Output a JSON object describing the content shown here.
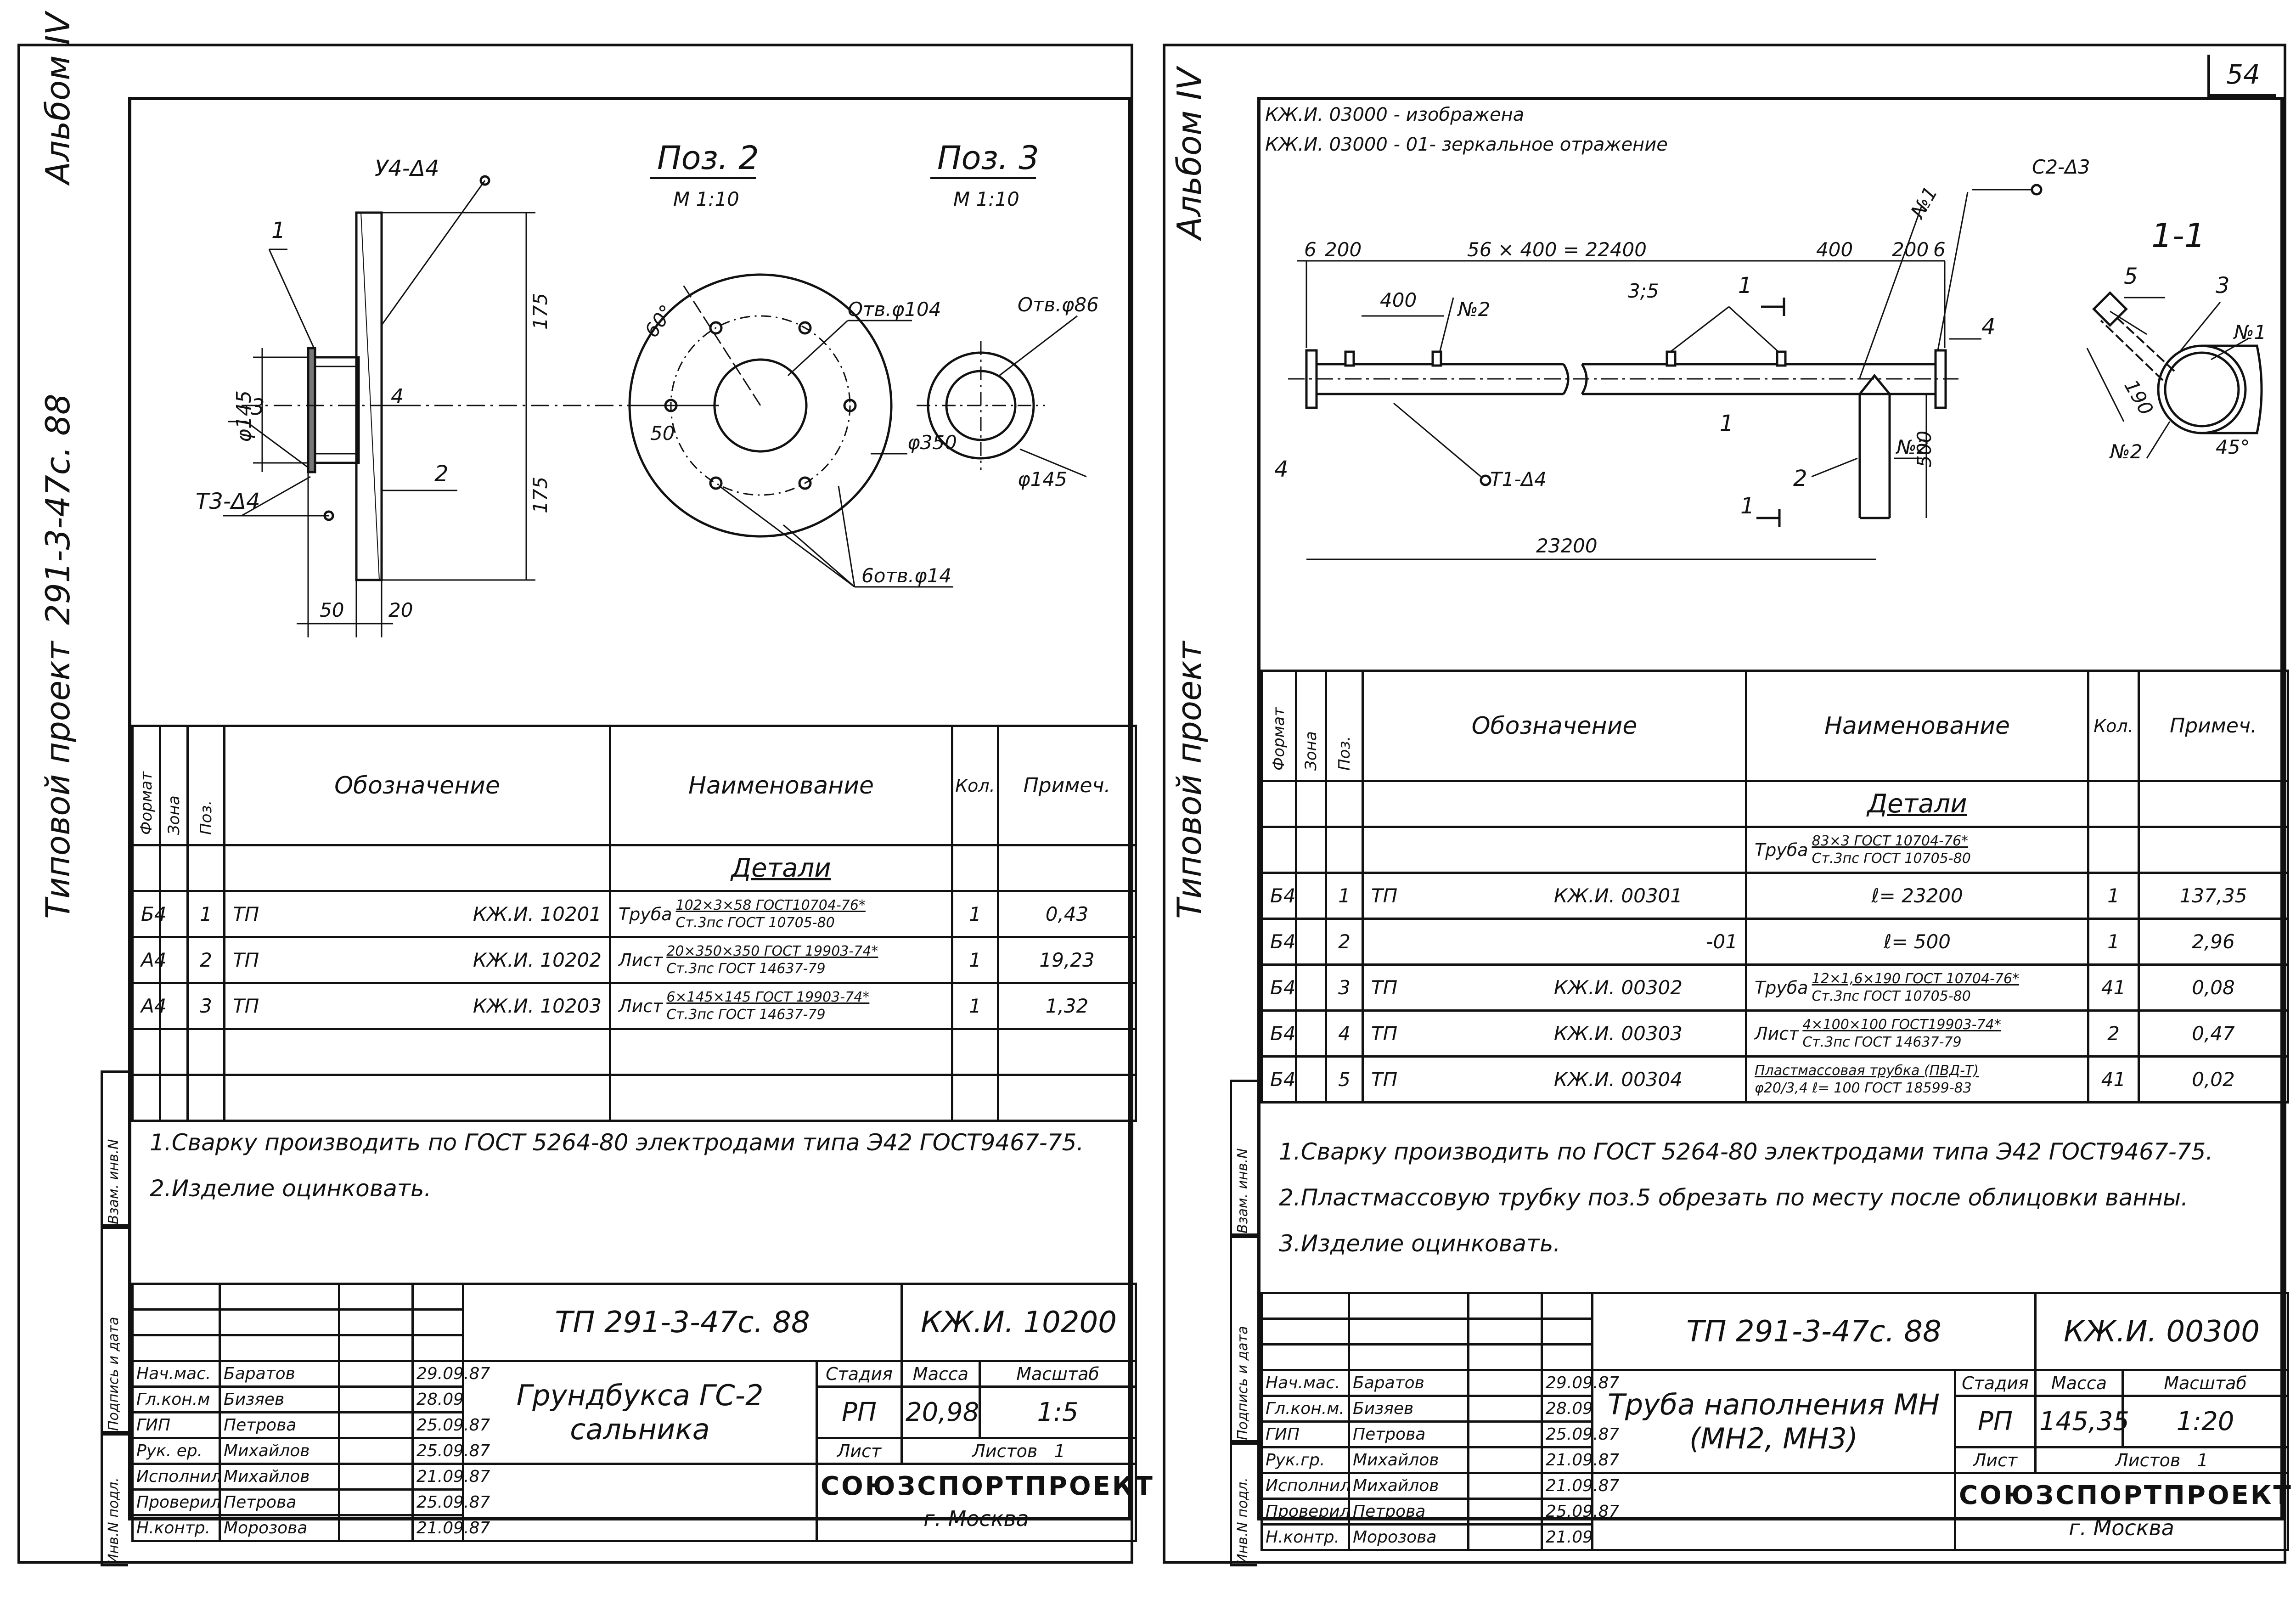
{
  "page_number": "54",
  "left": {
    "album": "Альбом IV",
    "project_code": "291-3-47с. 88",
    "project_type": "Типовой проект",
    "drawing": {
      "pos2_title": "Поз. 2",
      "pos2_scale": "М 1:10",
      "pos3_title": "Поз. 3",
      "pos3_scale": "М 1:10",
      "weld_u4": "У4-Δ4",
      "weld_t3": "Т3-Δ4",
      "dim_145": "φ145",
      "dim_175_top": "175",
      "dim_175_bottom": "175",
      "dim_50": "50",
      "dim_20": "20",
      "dim_60deg": "60°",
      "dim_50_flange": "50",
      "hole_104": "Отв.φ104",
      "dia_350": "φ350",
      "holes_6": "6отв.φ14",
      "hole_86": "Отв.φ86",
      "dia_145_ring": "φ145",
      "label_1": "1",
      "label_2": "2",
      "label_3": "3",
      "label_4": "4"
    },
    "spec": {
      "headers": {
        "format": "Формат",
        "zone": "Зона",
        "pos": "Поз.",
        "designation": "Обозначение",
        "name": "Наименование",
        "qty": "Кол.",
        "note": "Примеч."
      },
      "section": "Детали",
      "rows": [
        {
          "format": "Б4",
          "pos": "1",
          "tp": "ТП",
          "code": "КЖ.И. 10201",
          "kind": "Труба",
          "spec1": "102×3×58 ГОСТ10704-76*",
          "spec2": "Ст.3пс ГОСТ 10705-80",
          "qty": "1",
          "note": "0,43"
        },
        {
          "format": "А4",
          "pos": "2",
          "tp": "ТП",
          "code": "КЖ.И. 10202",
          "kind": "Лист",
          "spec1": "20×350×350 ГОСТ 19903-74*",
          "spec2": "Ст.3пс ГОСТ 14637-79",
          "qty": "1",
          "note": "19,23"
        },
        {
          "format": "А4",
          "pos": "3",
          "tp": "ТП",
          "code": "КЖ.И. 10203",
          "kind": "Лист",
          "spec1": "6×145×145 ГОСТ 19903-74*",
          "spec2": "Ст.3пс ГОСТ 14637-79",
          "qty": "1",
          "note": "1,32"
        }
      ]
    },
    "notes": [
      "1.Сварку производить по ГОСТ 5264-80 электродами типа Э42 ГОСТ9467-75.",
      "2.Изделие оцинковать."
    ],
    "stamp_cols": {
      "vzam": "Взам. инв.N",
      "podpis": "Подпись и дата",
      "inv": "Инв.N подл."
    },
    "title_block": {
      "tp": "ТП 291-3-47с. 88",
      "code": "КЖ.И. 10200",
      "name": "Грундбукса ГС-2 сальника",
      "stage_h": "Стадия",
      "mass_h": "Масса",
      "scale_h": "Масштаб",
      "stage": "РП",
      "mass": "20,98",
      "scale": "1:5",
      "sheet": "Лист",
      "sheets": "Листов",
      "sheets_count": "1",
      "org": "СОЮЗСПОРТПРОЕКТ",
      "city": "г. Москва",
      "people": [
        {
          "role": "Нач.мас.",
          "name": "Баратов",
          "date": "29.09.87"
        },
        {
          "role": "Гл.кон.м",
          "name": "Бизяев",
          "date": "28.09"
        },
        {
          "role": "ГИП",
          "name": "Петрова",
          "date": "25.09.87"
        },
        {
          "role": "Рук. ер.",
          "name": "Михайлов",
          "date": "25.09.87"
        },
        {
          "role": "Исполнил",
          "name": "Михайлов",
          "date": "21.09.87"
        },
        {
          "role": "Проверил",
          "name": "Петрова",
          "date": "25.09.87"
        },
        {
          "role": "Н.контр.",
          "name": "Морозова",
          "date": "21.09.87"
        }
      ]
    }
  },
  "right": {
    "album": "Альбом IV",
    "project_type": "Типовой проект",
    "legend": [
      "КЖ.И. 03000 - изображена",
      "КЖ.И. 03000 - 01- зеркальное отражение"
    ],
    "drawing": {
      "dim_6": "6",
      "dim_200": "200",
      "dim_main": "56 × 400 = 22400",
      "dim_400_right": "400",
      "dim_200_right": "200",
      "dim_6_right": "6",
      "dim_400_left": "400",
      "label_35": "3;5",
      "n2": "№2",
      "n1": "№1",
      "weld_c2": "С2-Δ3",
      "weld_t1": "Т1-Δ4",
      "dim_500": "500",
      "dim_23200": "23200",
      "section_title": "1-1",
      "section_mark": "1",
      "dim_190": "190",
      "dim_45": "45°",
      "label_1": "1",
      "label_2": "2",
      "label_3": "3",
      "label_4": "4",
      "label_5": "5"
    },
    "spec": {
      "headers": {
        "format": "Формат",
        "zone": "Зона",
        "pos": "Поз.",
        "designation": "Обозначение",
        "name": "Наименование",
        "qty": "Кол.",
        "note": "Примеч."
      },
      "section": "Детали",
      "group": {
        "kind": "Труба",
        "spec1": "83×3 ГОСТ 10704-76*",
        "spec2": "Ст.3пс ГОСТ 10705-80"
      },
      "rows": [
        {
          "format": "Б4",
          "pos": "1",
          "tp": "ТП",
          "code": "КЖ.И. 00301",
          "name": "ℓ= 23200",
          "qty": "1",
          "note": "137,35"
        },
        {
          "format": "Б4",
          "pos": "2",
          "tp": "",
          "code": "-01",
          "name": "ℓ= 500",
          "qty": "1",
          "note": "2,96"
        },
        {
          "format": "Б4",
          "pos": "3",
          "tp": "ТП",
          "code": "КЖ.И. 00302",
          "kind": "Труба",
          "spec1": "12×1,6×190 ГОСТ 10704-76*",
          "spec2": "Ст.3пс ГОСТ 10705-80",
          "qty": "41",
          "note": "0,08"
        },
        {
          "format": "Б4",
          "pos": "4",
          "tp": "ТП",
          "code": "КЖ.И. 00303",
          "kind": "Лист",
          "spec1": "4×100×100 ГОСТ19903-74*",
          "spec2": "Ст.3пс ГОСТ 14637-79",
          "qty": "2",
          "note": "0,47"
        },
        {
          "format": "Б4",
          "pos": "5",
          "tp": "ТП",
          "code": "КЖ.И. 00304",
          "spec1": "Пластмассовая трубка (ПВД-Т)",
          "spec2": "φ20/3,4 ℓ= 100 ГОСТ 18599-83",
          "qty": "41",
          "note": "0,02"
        }
      ]
    },
    "notes": [
      "1.Сварку производить по ГОСТ 5264-80 электродами типа Э42 ГОСТ9467-75.",
      "2.Пластмассовую трубку поз.5 обрезать по месту после облицовки ванны.",
      "3.Изделие оцинковать."
    ],
    "stamp_cols": {
      "vzam": "Взам. инв.N",
      "podpis": "Подпись и дата",
      "inv": "Инв.N подл."
    },
    "title_block": {
      "tp": "ТП 291-3-47с. 88",
      "code": "КЖ.И. 00300",
      "name": "Труба наполнения МН (МН2, МН3)",
      "stage_h": "Стадия",
      "mass_h": "Масса",
      "scale_h": "Масштаб",
      "stage": "РП",
      "mass": "145,35",
      "scale": "1:20",
      "sheet": "Лист",
      "sheets": "Листов",
      "sheets_count": "1",
      "org": "СОЮЗСПОРТПРОЕКТ",
      "city": "г. Москва",
      "people": [
        {
          "role": "Нач.мас.",
          "name": "Баратов",
          "date": "29.09.87"
        },
        {
          "role": "Гл.кон.м.",
          "name": "Бизяев",
          "date": "28.09"
        },
        {
          "role": "ГИП",
          "name": "Петрова",
          "date": "25.09.87"
        },
        {
          "role": "Рук.гр.",
          "name": "Михайлов",
          "date": "21.09.87"
        },
        {
          "role": "Исполнил",
          "name": "Михайлов",
          "date": "21.09.87"
        },
        {
          "role": "Проверил",
          "name": "Петрова",
          "date": "25.09.87"
        },
        {
          "role": "Н.контр.",
          "name": "Морозова",
          "date": "21.09"
        }
      ]
    }
  }
}
